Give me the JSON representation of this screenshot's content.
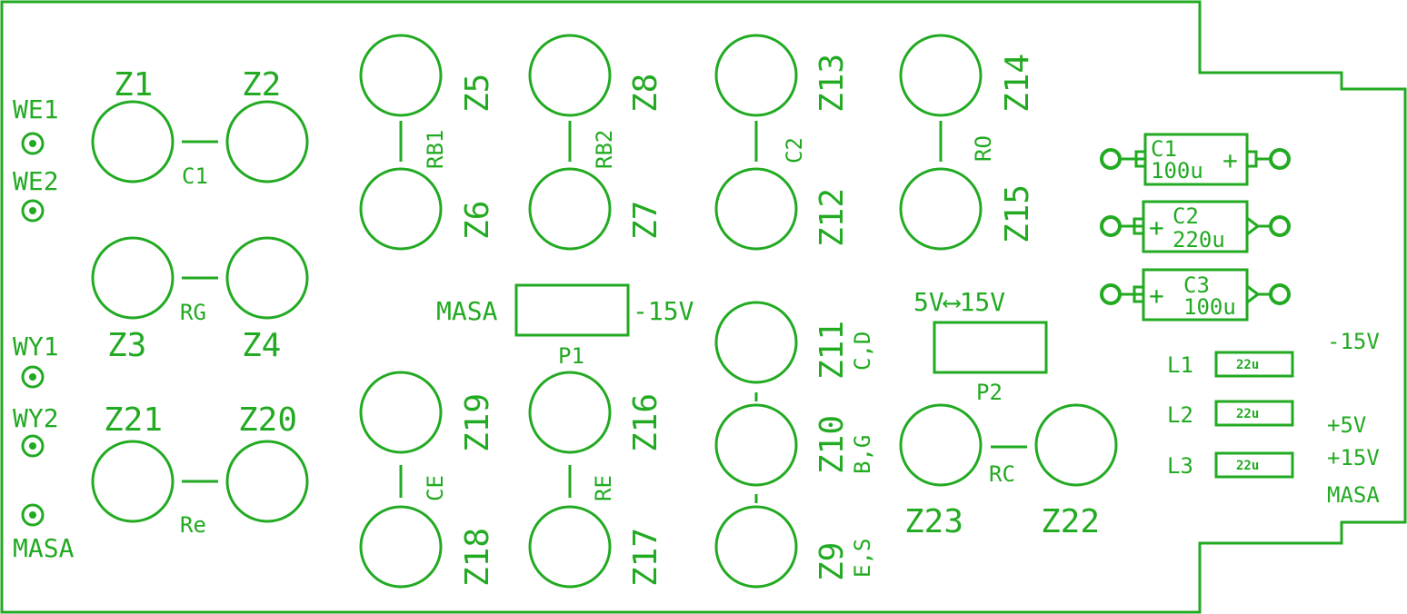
{
  "board": {
    "outline_color": "#22aa22",
    "terminals_left": [
      {
        "id": "WE1",
        "label": "WE1"
      },
      {
        "id": "WE2",
        "label": "WE2"
      },
      {
        "id": "WY1",
        "label": "WY1"
      },
      {
        "id": "WY2",
        "label": "WY2"
      },
      {
        "id": "MASA",
        "label": "MASA"
      }
    ],
    "pads": [
      "Z1",
      "Z2",
      "Z3",
      "Z4",
      "Z21",
      "Z20",
      "Z5",
      "Z6",
      "Z8",
      "Z7",
      "Z13",
      "Z12",
      "Z14",
      "Z15",
      "Z19",
      "Z18",
      "Z16",
      "Z17",
      "Z11",
      "Z10",
      "Z9",
      "Z23",
      "Z22"
    ],
    "links": [
      "C1",
      "RG",
      "Re",
      "RB1",
      "RB2",
      "C2",
      "RO",
      "CE",
      "RE",
      "C,D",
      "B,G",
      "E,S",
      "RC"
    ],
    "pot1": {
      "name": "P1",
      "left": "MASA",
      "right": "-15V"
    },
    "pot2": {
      "name": "P2",
      "label": "5V⟷15V"
    },
    "caps": [
      {
        "name": "C1",
        "value": "100u",
        "plus": "+"
      },
      {
        "name": "C2",
        "value": "220u",
        "plus": "+"
      },
      {
        "name": "C3",
        "value": "100u",
        "plus": "+"
      }
    ],
    "inductors": [
      {
        "name": "L1",
        "value": "22u"
      },
      {
        "name": "L2",
        "value": "22u"
      },
      {
        "name": "L3",
        "value": "22u"
      }
    ],
    "power_labels": [
      "-15V",
      "+5V",
      "+15V",
      "MASA"
    ]
  }
}
